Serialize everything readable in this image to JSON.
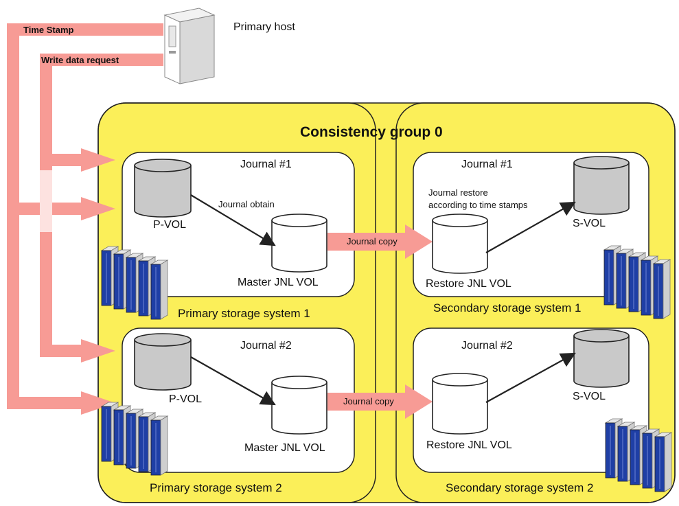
{
  "host": {
    "label": "Primary host",
    "icon": "server-icon"
  },
  "signals": {
    "time_stamp": "Time Stamp",
    "write_request": "Write data request"
  },
  "group": {
    "title": "Consistency group 0"
  },
  "primary": {
    "system1": {
      "name": "Primary storage system 1",
      "journal": "Journal #1",
      "pvol": "P-VOL",
      "jnl": "Master JNL VOL",
      "obtain": "Journal obtain"
    },
    "system2": {
      "name": "Primary storage system 2",
      "journal": "Journal #2",
      "pvol": "P-VOL",
      "jnl": "Master JNL VOL"
    }
  },
  "secondary": {
    "system1": {
      "name": "Secondary storage system 1",
      "journal": "Journal #1",
      "svol": "S-VOL",
      "jnl": "Restore JNL VOL",
      "restore_line1": "Journal restore",
      "restore_line2": "according to time stamps"
    },
    "system2": {
      "name": "Secondary storage system 2",
      "journal": "Journal #2",
      "svol": "S-VOL",
      "jnl": "Restore JNL VOL"
    }
  },
  "copy": {
    "label1": "Journal copy",
    "label2": "Journal copy"
  },
  "colors": {
    "group_fill": "#fbef59",
    "arrow": "#f79b95",
    "volume_gray": "#c9c9c9",
    "rack_blue": "#1f3fa5"
  }
}
